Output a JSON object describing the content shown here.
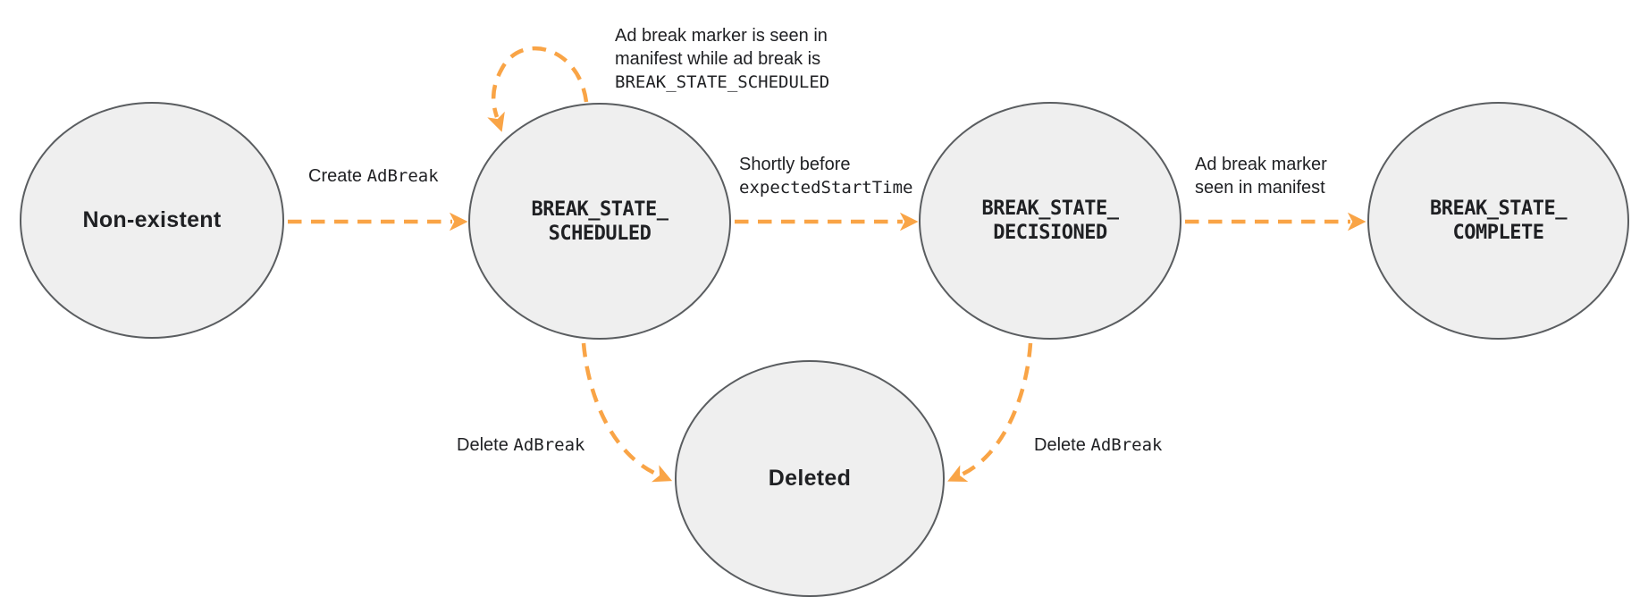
{
  "colors": {
    "arrow": "#F9A446",
    "node_fill": "#EFEFEF",
    "node_stroke": "#5A5D60",
    "text": "#1F2023"
  },
  "nodes": {
    "non_existent": {
      "label": "Non-existent"
    },
    "scheduled": {
      "label": "BREAK_STATE_\nSCHEDULED"
    },
    "decisioned": {
      "label": "BREAK_STATE_\nDECISIONED"
    },
    "complete": {
      "label": "BREAK_STATE_\nCOMPLETE"
    },
    "deleted": {
      "label": "Deleted"
    }
  },
  "edges": {
    "create": {
      "action": "Create ",
      "object": "AdBreak"
    },
    "self_loop": {
      "line1": "Ad break marker is seen in",
      "line2": "manifest while ad break is",
      "line3": "BREAK_STATE_SCHEDULED"
    },
    "decision": {
      "line1": "Shortly before",
      "line2": "expectedStartTime"
    },
    "complete": {
      "line1": "Ad break marker",
      "line2": "seen in manifest"
    },
    "delete_from_scheduled": {
      "action": "Delete ",
      "object": "AdBreak"
    },
    "delete_from_decisioned": {
      "action": "Delete ",
      "object": "AdBreak"
    }
  }
}
